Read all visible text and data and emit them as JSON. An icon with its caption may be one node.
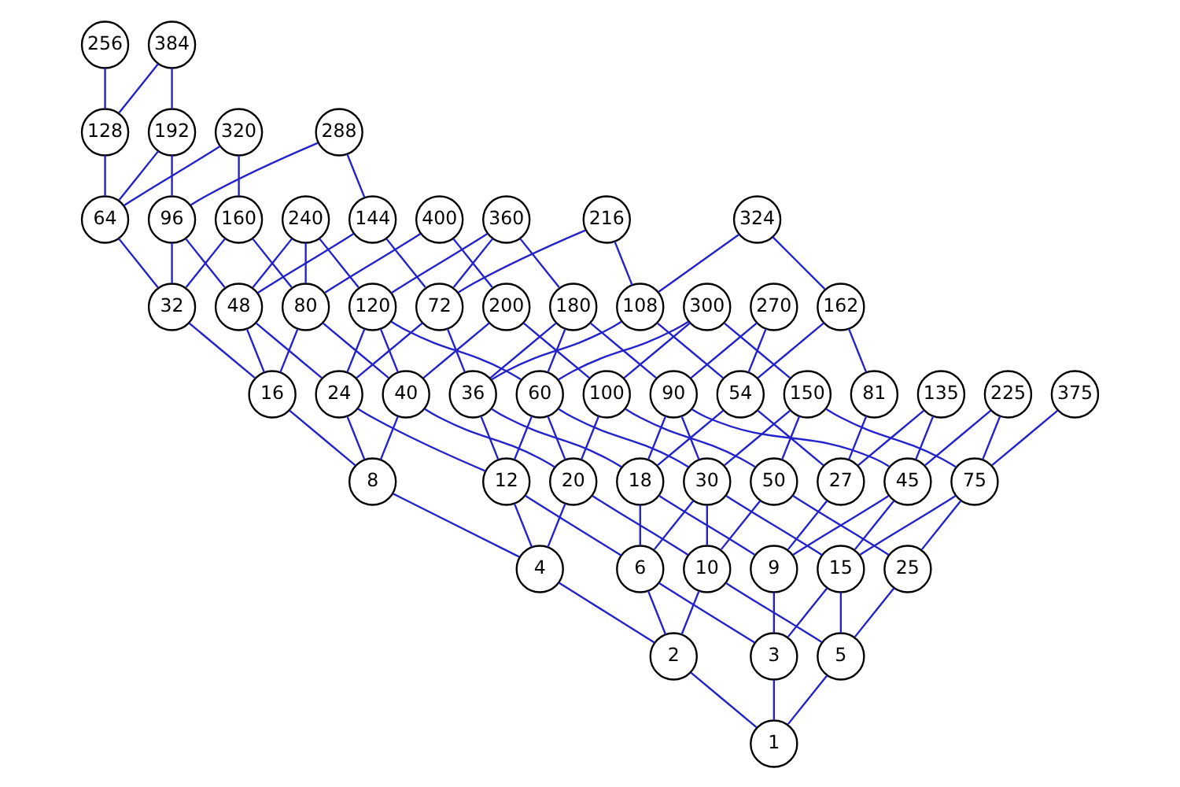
{
  "diagram": {
    "nodes": [
      {
        "text": [
          "1"
        ]
      },
      {
        "text": [
          "2"
        ]
      },
      {
        "text": [
          "3"
        ]
      },
      {
        "text": [
          "4"
        ]
      },
      {
        "text": [
          "5"
        ]
      },
      {
        "text": [
          "6"
        ]
      },
      {
        "text": [
          "8"
        ]
      },
      {
        "text": [
          "9"
        ]
      },
      {
        "text": [
          "10"
        ]
      },
      {
        "text": [
          "12"
        ]
      },
      {
        "text": [
          "15"
        ]
      },
      {
        "text": [
          "16"
        ]
      },
      {
        "text": [
          "18"
        ]
      },
      {
        "text": [
          "20"
        ]
      },
      {
        "text": [
          "24"
        ]
      },
      {
        "text": [
          "25"
        ]
      },
      {
        "text": [
          "27"
        ]
      },
      {
        "text": [
          "30"
        ]
      },
      {
        "text": [
          "32"
        ]
      },
      {
        "text": [
          "36"
        ]
      },
      {
        "text": [
          "40"
        ]
      },
      {
        "text": [
          "45"
        ]
      },
      {
        "text": [
          "48"
        ]
      },
      {
        "text": [
          "50"
        ]
      },
      {
        "text": [
          "54"
        ]
      },
      {
        "text": [
          "60"
        ]
      },
      {
        "text": [
          "64"
        ]
      },
      {
        "text": [
          "72"
        ]
      },
      {
        "text": [
          "75"
        ]
      },
      {
        "text": [
          "80"
        ]
      },
      {
        "text": [
          "81"
        ]
      },
      {
        "text": [
          "90"
        ]
      },
      {
        "text": [
          "96"
        ]
      },
      {
        "text": [
          "100"
        ]
      },
      {
        "text": [
          "108"
        ]
      },
      {
        "text": [
          "120"
        ]
      },
      {
        "text": [
          "128"
        ]
      },
      {
        "text": [
          "135"
        ]
      },
      {
        "text": [
          "144"
        ]
      },
      {
        "text": [
          "150"
        ]
      },
      {
        "text": [
          "160"
        ]
      },
      {
        "text": [
          "162"
        ]
      },
      {
        "text": [
          "180"
        ]
      },
      {
        "text": [
          "192"
        ]
      },
      {
        "text": [
          "200"
        ]
      },
      {
        "text": [
          "216"
        ]
      },
      {
        "text": [
          "225"
        ]
      },
      {
        "text": [
          "240"
        ]
      },
      {
        "text": [
          "256"
        ]
      },
      {
        "text": [
          "270"
        ]
      },
      {
        "text": [
          "288"
        ]
      },
      {
        "text": [
          "300"
        ]
      },
      {
        "text": [
          "320"
        ]
      },
      {
        "text": [
          "324"
        ]
      },
      {
        "text": [
          "360"
        ]
      },
      {
        "text": [
          "375"
        ]
      },
      {
        "text": [
          "384"
        ]
      },
      {
        "text": [
          "400"
        ]
      }
    ],
    "edges": [
      {
        "from": 0,
        "to": 1,
        "arrow": "none"
      },
      {
        "from": 0,
        "to": 2,
        "arrow": "none"
      },
      {
        "from": 0,
        "to": 4,
        "arrow": "none"
      },
      {
        "from": 1,
        "to": 3,
        "arrow": "none"
      },
      {
        "from": 1,
        "to": 5,
        "arrow": "none"
      },
      {
        "from": 1,
        "to": 8,
        "arrow": "none"
      },
      {
        "from": 2,
        "to": 5,
        "arrow": "none"
      },
      {
        "from": 2,
        "to": 7,
        "arrow": "none"
      },
      {
        "from": 2,
        "to": 10,
        "arrow": "none"
      },
      {
        "from": 3,
        "to": 6,
        "arrow": "none"
      },
      {
        "from": 3,
        "to": 9,
        "arrow": "none"
      },
      {
        "from": 3,
        "to": 13,
        "arrow": "none"
      },
      {
        "from": 4,
        "to": 8,
        "arrow": "none"
      },
      {
        "from": 4,
        "to": 10,
        "arrow": "none"
      },
      {
        "from": 4,
        "to": 15,
        "arrow": "none"
      },
      {
        "from": 5,
        "to": 9,
        "arrow": "none"
      },
      {
        "from": 5,
        "to": 12,
        "arrow": "none"
      },
      {
        "from": 5,
        "to": 17,
        "arrow": "none"
      },
      {
        "from": 6,
        "to": 11,
        "arrow": "none"
      },
      {
        "from": 6,
        "to": 14,
        "arrow": "none"
      },
      {
        "from": 6,
        "to": 20,
        "arrow": "none"
      },
      {
        "from": 7,
        "to": 12,
        "arrow": "none"
      },
      {
        "from": 7,
        "to": 16,
        "arrow": "none"
      },
      {
        "from": 7,
        "to": 21,
        "arrow": "none"
      },
      {
        "from": 8,
        "to": 13,
        "arrow": "none"
      },
      {
        "from": 8,
        "to": 17,
        "arrow": "none"
      },
      {
        "from": 8,
        "to": 23,
        "arrow": "none"
      },
      {
        "from": 9,
        "to": 14,
        "arrow": "none"
      },
      {
        "from": 9,
        "to": 19,
        "arrow": "none"
      },
      {
        "from": 9,
        "to": 25,
        "arrow": "none"
      },
      {
        "from": 10,
        "to": 17,
        "arrow": "none"
      },
      {
        "from": 10,
        "to": 21,
        "arrow": "none"
      },
      {
        "from": 10,
        "to": 28,
        "arrow": "none"
      },
      {
        "from": 11,
        "to": 18,
        "arrow": "none"
      },
      {
        "from": 11,
        "to": 22,
        "arrow": "none"
      },
      {
        "from": 11,
        "to": 29,
        "arrow": "none"
      },
      {
        "from": 12,
        "to": 19,
        "arrow": "none"
      },
      {
        "from": 12,
        "to": 24,
        "arrow": "none"
      },
      {
        "from": 12,
        "to": 31,
        "arrow": "none"
      },
      {
        "from": 13,
        "to": 20,
        "arrow": "none"
      },
      {
        "from": 13,
        "to": 25,
        "arrow": "none"
      },
      {
        "from": 13,
        "to": 33,
        "arrow": "none"
      },
      {
        "from": 14,
        "to": 22,
        "arrow": "none"
      },
      {
        "from": 14,
        "to": 27,
        "arrow": "none"
      },
      {
        "from": 14,
        "to": 35,
        "arrow": "none"
      },
      {
        "from": 15,
        "to": 23,
        "arrow": "none"
      },
      {
        "from": 15,
        "to": 28,
        "arrow": "none"
      },
      {
        "from": 16,
        "to": 24,
        "arrow": "none"
      },
      {
        "from": 16,
        "to": 30,
        "arrow": "none"
      },
      {
        "from": 16,
        "to": 37,
        "arrow": "none"
      },
      {
        "from": 17,
        "to": 25,
        "arrow": "none"
      },
      {
        "from": 17,
        "to": 31,
        "arrow": "none"
      },
      {
        "from": 17,
        "to": 39,
        "arrow": "none"
      },
      {
        "from": 18,
        "to": 26,
        "arrow": "none"
      },
      {
        "from": 18,
        "to": 32,
        "arrow": "none"
      },
      {
        "from": 18,
        "to": 40,
        "arrow": "none"
      },
      {
        "from": 19,
        "to": 27,
        "arrow": "none"
      },
      {
        "from": 19,
        "to": 34,
        "arrow": "none"
      },
      {
        "from": 19,
        "to": 42,
        "arrow": "none"
      },
      {
        "from": 20,
        "to": 29,
        "arrow": "none"
      },
      {
        "from": 20,
        "to": 35,
        "arrow": "none"
      },
      {
        "from": 20,
        "to": 44,
        "arrow": "none"
      },
      {
        "from": 21,
        "to": 31,
        "arrow": "none"
      },
      {
        "from": 21,
        "to": 37,
        "arrow": "none"
      },
      {
        "from": 21,
        "to": 46,
        "arrow": "none"
      },
      {
        "from": 22,
        "to": 32,
        "arrow": "none"
      },
      {
        "from": 22,
        "to": 38,
        "arrow": "none"
      },
      {
        "from": 22,
        "to": 47,
        "arrow": "none"
      },
      {
        "from": 23,
        "to": 33,
        "arrow": "none"
      },
      {
        "from": 23,
        "to": 39,
        "arrow": "none"
      },
      {
        "from": 24,
        "to": 34,
        "arrow": "none"
      },
      {
        "from": 24,
        "to": 41,
        "arrow": "none"
      },
      {
        "from": 24,
        "to": 49,
        "arrow": "none"
      },
      {
        "from": 25,
        "to": 35,
        "arrow": "none"
      },
      {
        "from": 25,
        "to": 42,
        "arrow": "none"
      },
      {
        "from": 25,
        "to": 51,
        "arrow": "none"
      },
      {
        "from": 26,
        "to": 36,
        "arrow": "none"
      },
      {
        "from": 26,
        "to": 43,
        "arrow": "none"
      },
      {
        "from": 26,
        "to": 52,
        "arrow": "none"
      },
      {
        "from": 27,
        "to": 38,
        "arrow": "none"
      },
      {
        "from": 27,
        "to": 45,
        "arrow": "none"
      },
      {
        "from": 27,
        "to": 54,
        "arrow": "none"
      },
      {
        "from": 28,
        "to": 39,
        "arrow": "none"
      },
      {
        "from": 28,
        "to": 46,
        "arrow": "none"
      },
      {
        "from": 28,
        "to": 55,
        "arrow": "none"
      },
      {
        "from": 29,
        "to": 40,
        "arrow": "none"
      },
      {
        "from": 29,
        "to": 47,
        "arrow": "none"
      },
      {
        "from": 29,
        "to": 57,
        "arrow": "none"
      },
      {
        "from": 30,
        "to": 41,
        "arrow": "none"
      },
      {
        "from": 31,
        "to": 42,
        "arrow": "none"
      },
      {
        "from": 31,
        "to": 49,
        "arrow": "none"
      },
      {
        "from": 32,
        "to": 43,
        "arrow": "none"
      },
      {
        "from": 32,
        "to": 50,
        "arrow": "none"
      },
      {
        "from": 33,
        "to": 44,
        "arrow": "none"
      },
      {
        "from": 33,
        "to": 51,
        "arrow": "none"
      },
      {
        "from": 34,
        "to": 45,
        "arrow": "none"
      },
      {
        "from": 34,
        "to": 53,
        "arrow": "none"
      },
      {
        "from": 35,
        "to": 47,
        "arrow": "none"
      },
      {
        "from": 35,
        "to": 54,
        "arrow": "none"
      },
      {
        "from": 36,
        "to": 48,
        "arrow": "none"
      },
      {
        "from": 36,
        "to": 56,
        "arrow": "none"
      },
      {
        "from": 38,
        "to": 50,
        "arrow": "none"
      },
      {
        "from": 39,
        "to": 51,
        "arrow": "none"
      },
      {
        "from": 40,
        "to": 52,
        "arrow": "none"
      },
      {
        "from": 44,
        "to": 57,
        "arrow": "none"
      },
      {
        "from": 41,
        "to": 53,
        "arrow": "none"
      },
      {
        "from": 42,
        "to": 54,
        "arrow": "none"
      },
      {
        "from": 43,
        "to": 56,
        "arrow": "none"
      }
    ]
  }
}
